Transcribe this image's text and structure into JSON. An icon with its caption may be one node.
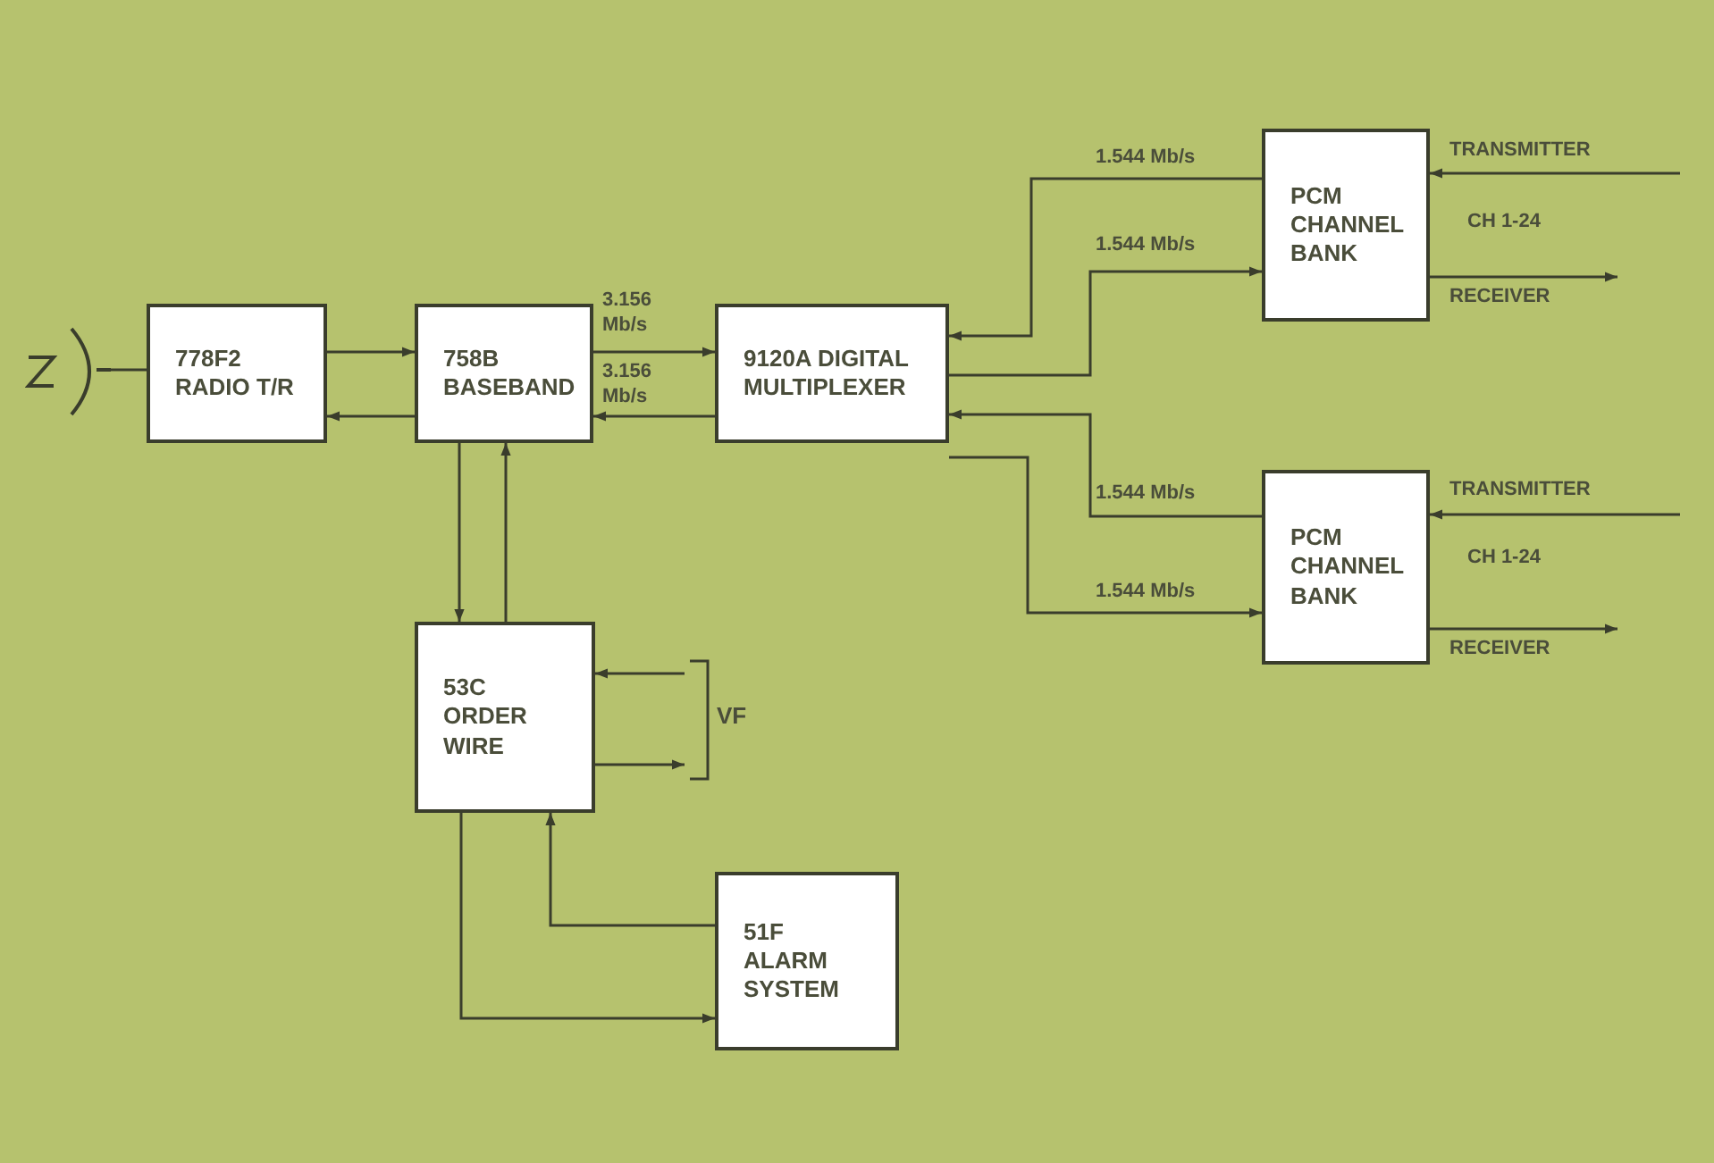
{
  "diagram": {
    "nodes": [
      {
        "text": [
          "778F2 RADIO T/R"
        ]
      },
      {
        "text": [
          "758B BASEBAND"
        ]
      },
      {
        "text": [
          "9120A DIGITAL MULTIPLEXER"
        ]
      },
      {
        "text": [
          "PCM CHANNEL BANK"
        ],
        "beside": [
          "CH 1-24"
        ]
      },
      {
        "text": [
          "PCM CHANNEL BANK"
        ],
        "beside": [
          "CH 1-24"
        ]
      },
      {
        "text": [
          "53C ORDER WIRE"
        ]
      },
      {
        "text": [
          "51F ALARM SYSTEM"
        ]
      },
      {
        "text": [],
        "shape": "picture"
      }
    ],
    "edges": [
      {
        "from": 7,
        "to": 0,
        "arrow": "none"
      },
      {
        "from": 0,
        "to": 1,
        "arrow": "to"
      },
      {
        "from": 1,
        "to": 0,
        "arrow": "to"
      },
      {
        "from": 1,
        "to": 2,
        "arrow": "to",
        "label": "3.156 Mb/s"
      },
      {
        "from": 2,
        "to": 1,
        "arrow": "to",
        "label": "3.156 Mb/s"
      },
      {
        "from": 3,
        "to": 2,
        "arrow": "to",
        "label": "1.544 Mb/s"
      },
      {
        "from": 2,
        "to": 3,
        "arrow": "to",
        "label": "1.544 Mb/s"
      },
      {
        "from": 4,
        "to": 2,
        "arrow": "to",
        "label": "1.544 Mb/s"
      },
      {
        "from": 2,
        "to": 4,
        "arrow": "to",
        "label": "1.544 Mb/s"
      },
      {
        "from": null,
        "to": 3,
        "arrow": "to",
        "label": "TRANSMITTER"
      },
      {
        "from": 3,
        "to": null,
        "arrow": "to",
        "label": "RECEIVER"
      },
      {
        "from": null,
        "to": 4,
        "arrow": "to",
        "label": "TRANSMITTER"
      },
      {
        "from": 4,
        "to": null,
        "arrow": "to",
        "label": "RECEIVER"
      },
      {
        "from": 1,
        "to": 5,
        "arrow": "to"
      },
      {
        "from": 5,
        "to": 1,
        "arrow": "to"
      },
      {
        "from": null,
        "to": 5,
        "arrow": "to"
      },
      {
        "from": 5,
        "to": null,
        "arrow": "to"
      },
      {
        "from": 6,
        "to": 5,
        "arrow": "to"
      },
      {
        "from": 5,
        "to": 6,
        "arrow": "to"
      }
    ],
    "labels": [
      "VF"
    ]
  }
}
